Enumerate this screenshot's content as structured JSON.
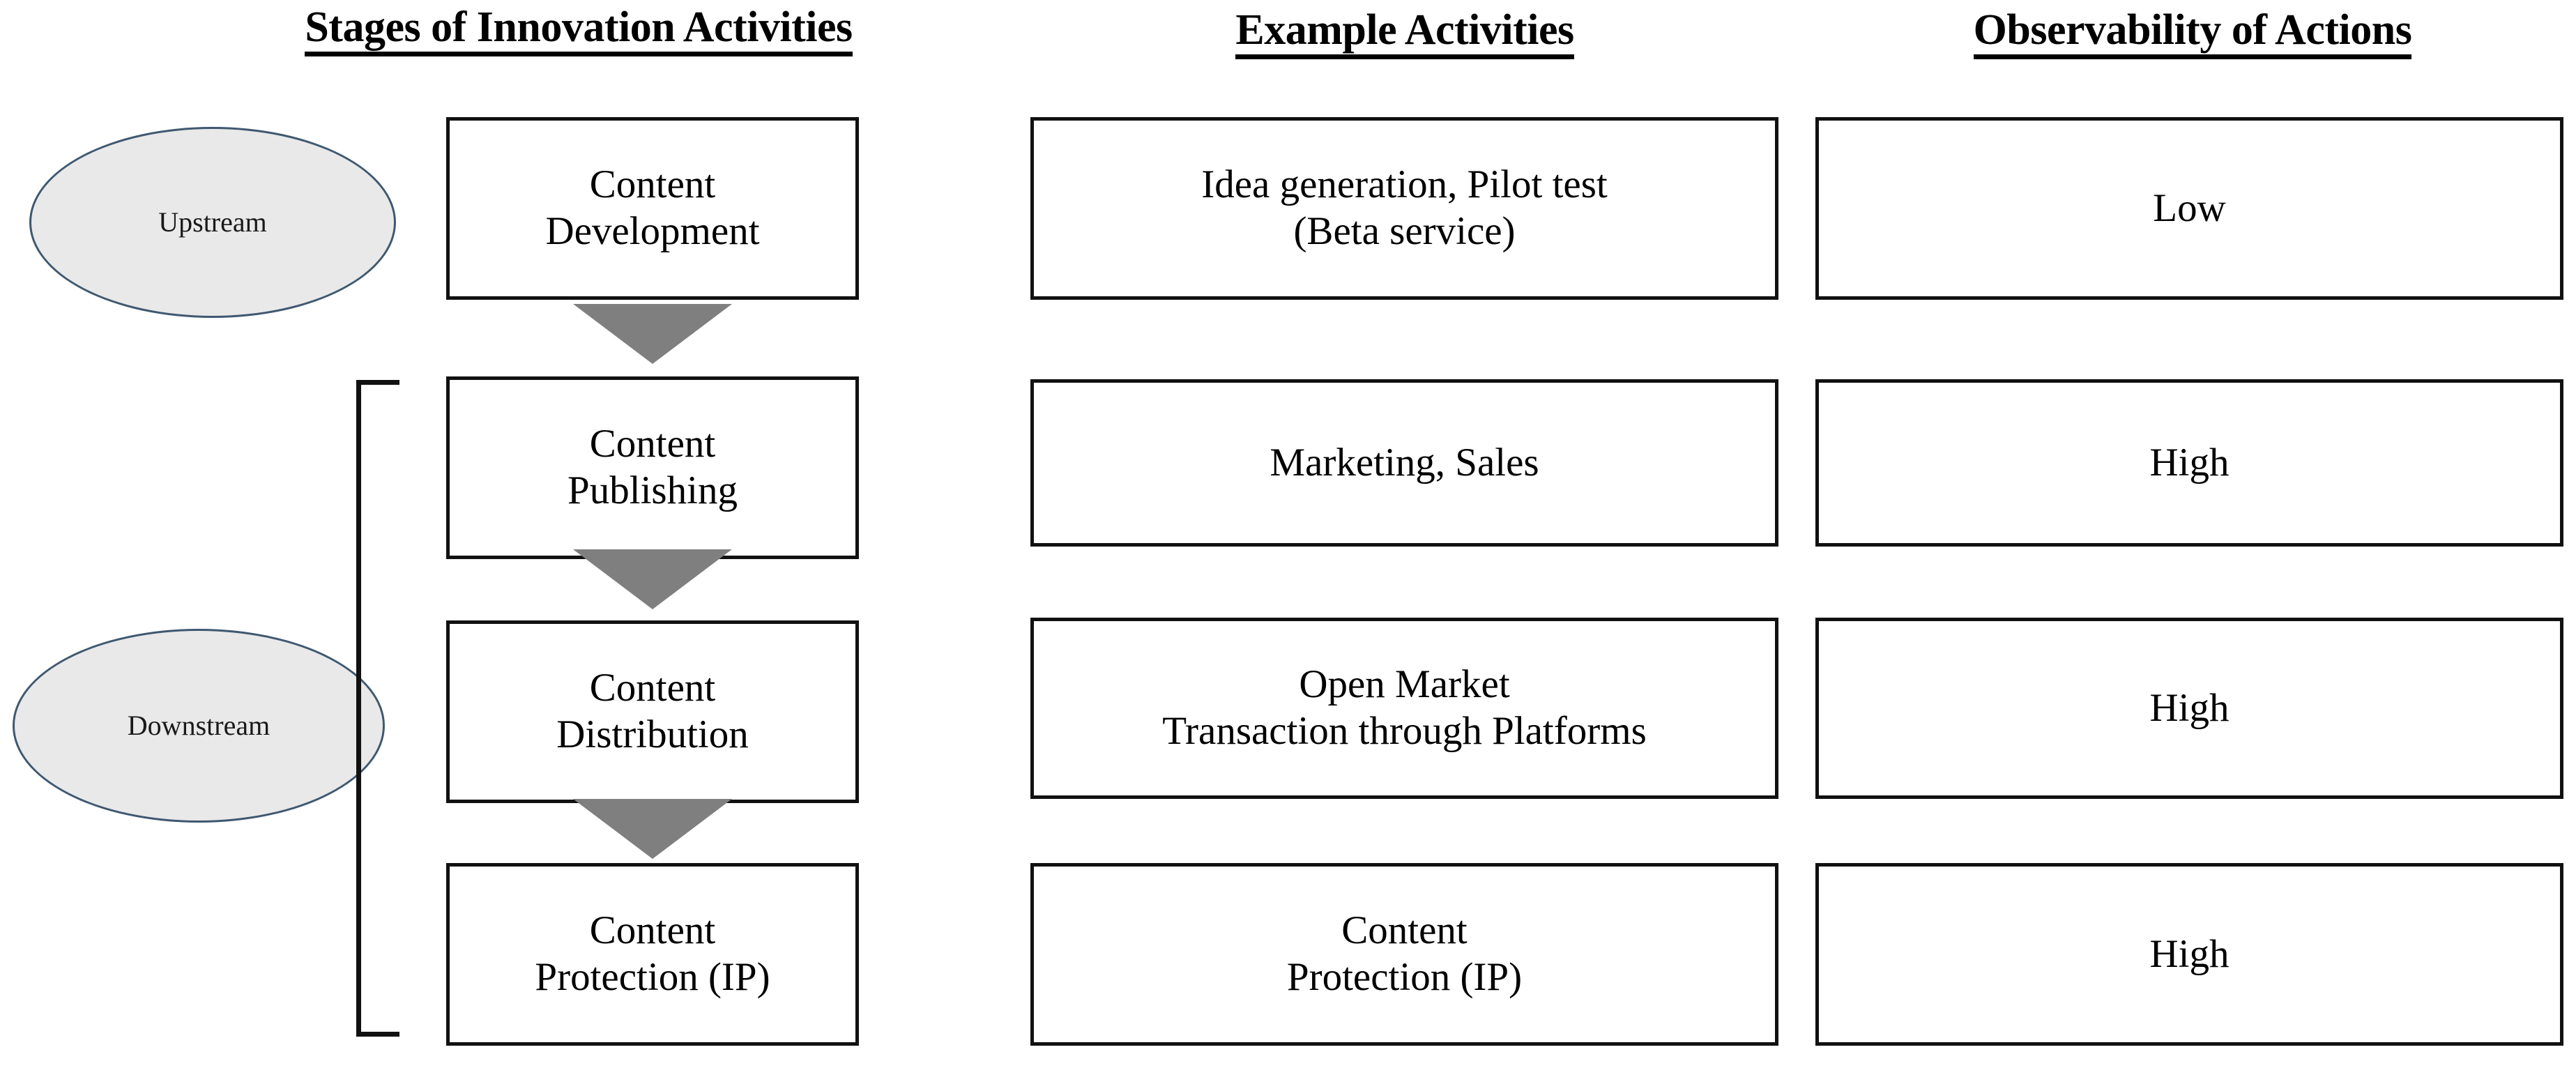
{
  "columns": {
    "stages": "Stages of Innovation Activities",
    "example": "Example Activities",
    "observability": "Observability of Actions"
  },
  "streams": [
    {
      "label": "Upstream"
    },
    {
      "label": "Downstream"
    }
  ],
  "bracket": {
    "name": "downstream-bracket",
    "covers": "rows 2-4"
  },
  "arrows": [
    {
      "icon": "triangle-down-icon",
      "from": "Content Development",
      "to": "Content Publishing"
    },
    {
      "icon": "triangle-down-icon",
      "from": "Content Publishing",
      "to": "Content Distribution"
    },
    {
      "icon": "triangle-down-icon",
      "from": "Content Distribution",
      "to": "Content Protection (IP)"
    }
  ],
  "rows": [
    {
      "stage_line1": "Content",
      "stage_line2": "Development",
      "example_line1": "Idea generation, Pilot test",
      "example_line2": "(Beta service)",
      "observability": "Low"
    },
    {
      "stage_line1": "Content",
      "stage_line2": "Publishing",
      "example_line1": "Marketing, Sales",
      "example_line2": "",
      "observability": "High"
    },
    {
      "stage_line1": "Content",
      "stage_line2": "Distribution",
      "example_line1": "Open Market",
      "example_line2": "Transaction through Platforms",
      "observability": "High"
    },
    {
      "stage_line1": "Content",
      "stage_line2": "Protection (IP)",
      "example_line1": "Content",
      "example_line2": "Protection (IP)",
      "observability": "High"
    }
  ],
  "colors": {
    "ellipse_fill": "#E9E9E9",
    "ellipse_border": "#3F5870",
    "box_border": "#111111",
    "arrow_fill": "#7F7F7F",
    "background": "#FFFFFF",
    "text": "#000000"
  }
}
